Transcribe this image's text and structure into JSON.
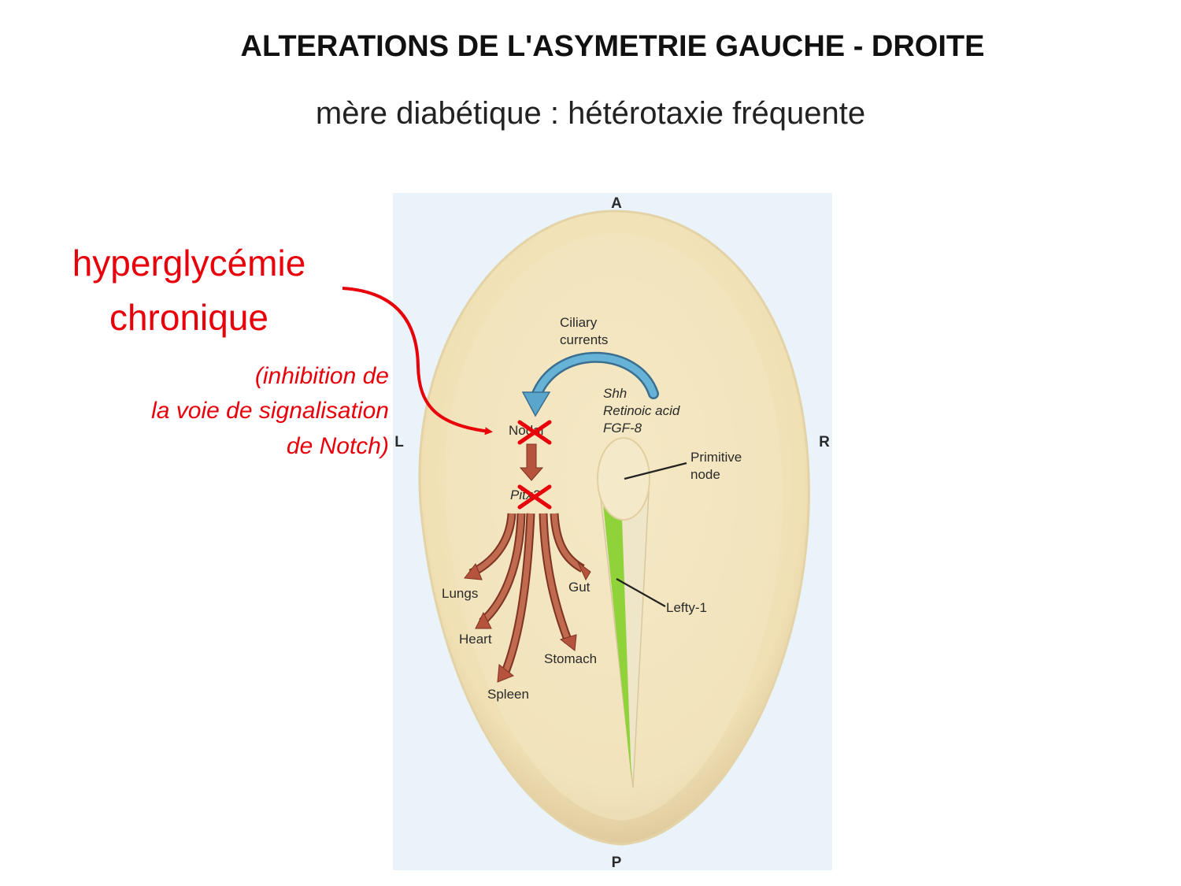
{
  "slide": {
    "title": "ALTERATIONS DE L'ASYMETRIE GAUCHE - DROITE",
    "subtitle": "mère diabétique : hétérotaxie fréquente"
  },
  "cause": {
    "line1": "hyperglycémie",
    "line2": "chronique"
  },
  "mechanism": {
    "line1": "(inhibition de",
    "line2": "la voie de signalisation",
    "line3": "de Notch)"
  },
  "figure": {
    "axes": {
      "anterior": "A",
      "posterior": "P",
      "left": "L",
      "right": "R"
    },
    "ciliary": {
      "line1": "Ciliary",
      "line2": "currents"
    },
    "signals": {
      "shh": "Shh",
      "retinoic": "Retinoic acid",
      "fgf": "FGF-8"
    },
    "nodal": "Nodal",
    "pitx2": "Pitx2",
    "primitive_node": {
      "line1": "Primitive",
      "line2": "node"
    },
    "lefty": "Lefty-1",
    "organs": {
      "lungs": "Lungs",
      "heart": "Heart",
      "spleen": "Spleen",
      "stomach": "Stomach",
      "gut": "Gut"
    }
  },
  "colors": {
    "highlight": "#e8000a",
    "ciliary_arrow": "#5aa5cc",
    "organ_arrows": "#b5533c",
    "lefty_stripe": "#8fd23a",
    "embryo_fill": "#f2e4bc",
    "figure_background": "#eaf3fa"
  }
}
